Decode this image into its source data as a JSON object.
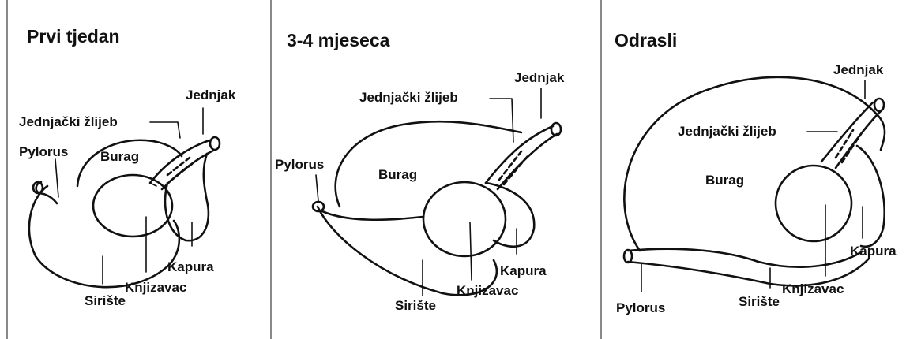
{
  "panels": [
    {
      "title": "Prvi tjedan",
      "labels": {
        "jednjak": "Jednjak",
        "jednjacki_zlijeb": "Jednjački žlijeb",
        "pylorus": "Pylorus",
        "burag": "Burag",
        "kapura": "Kapura",
        "knjizavac": "Knjizavac",
        "siriste": "Sirište"
      }
    },
    {
      "title": "3-4 mjeseca",
      "labels": {
        "jednjak": "Jednjak",
        "jednjacki_zlijeb": "Jednjački žlijeb",
        "pylorus": "Pylorus",
        "burag": "Burag",
        "kapura": "Kapura",
        "knjizavac": "Knjizavac",
        "siriste": "Sirište"
      }
    },
    {
      "title": "Odrasli",
      "labels": {
        "jednjak": "Jednjak",
        "jednjacki_zlijeb": "Jednjački žlijeb",
        "pylorus": "Pylorus",
        "burag": "Burag",
        "kapura": "Kapura",
        "knjizavac": "Knjizavac",
        "siriste": "Sirište"
      }
    }
  ]
}
